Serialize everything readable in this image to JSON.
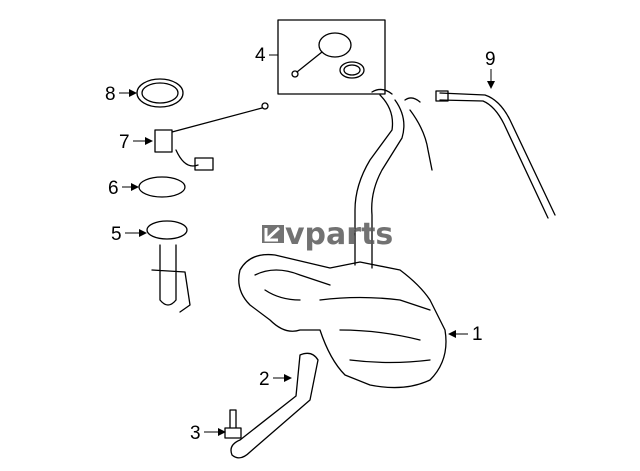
{
  "diagram": {
    "title_watermark": "vparts",
    "callouts": [
      {
        "id": "1",
        "label": "1"
      },
      {
        "id": "2",
        "label": "2"
      },
      {
        "id": "3",
        "label": "3"
      },
      {
        "id": "4",
        "label": "4"
      },
      {
        "id": "5",
        "label": "5"
      },
      {
        "id": "6",
        "label": "6"
      },
      {
        "id": "7",
        "label": "7"
      },
      {
        "id": "8",
        "label": "8"
      },
      {
        "id": "9",
        "label": "9"
      }
    ]
  }
}
